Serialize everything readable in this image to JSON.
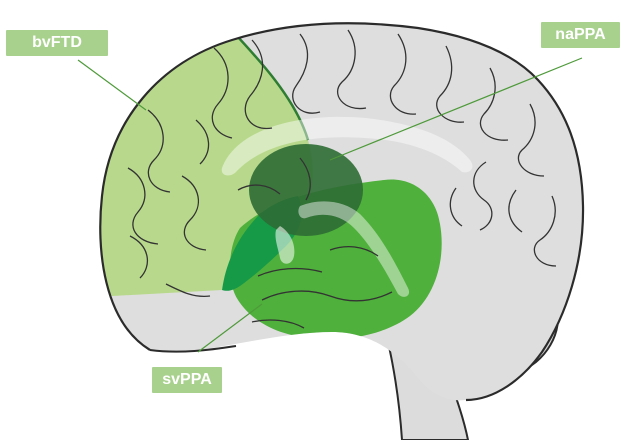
{
  "colors": {
    "label_bg": "#a9d18e",
    "bvftd_region": "#b8d98c",
    "nappa_region": "#2e6b34",
    "svppa_region": "#4fb03c",
    "overlap_region": "#169a48",
    "brain_fill": "#dedede",
    "brain_outline": "#2b2b2b"
  },
  "labels": {
    "bvftd": "bvFTD",
    "nappa": "naPPA",
    "svppa": "svPPA"
  }
}
